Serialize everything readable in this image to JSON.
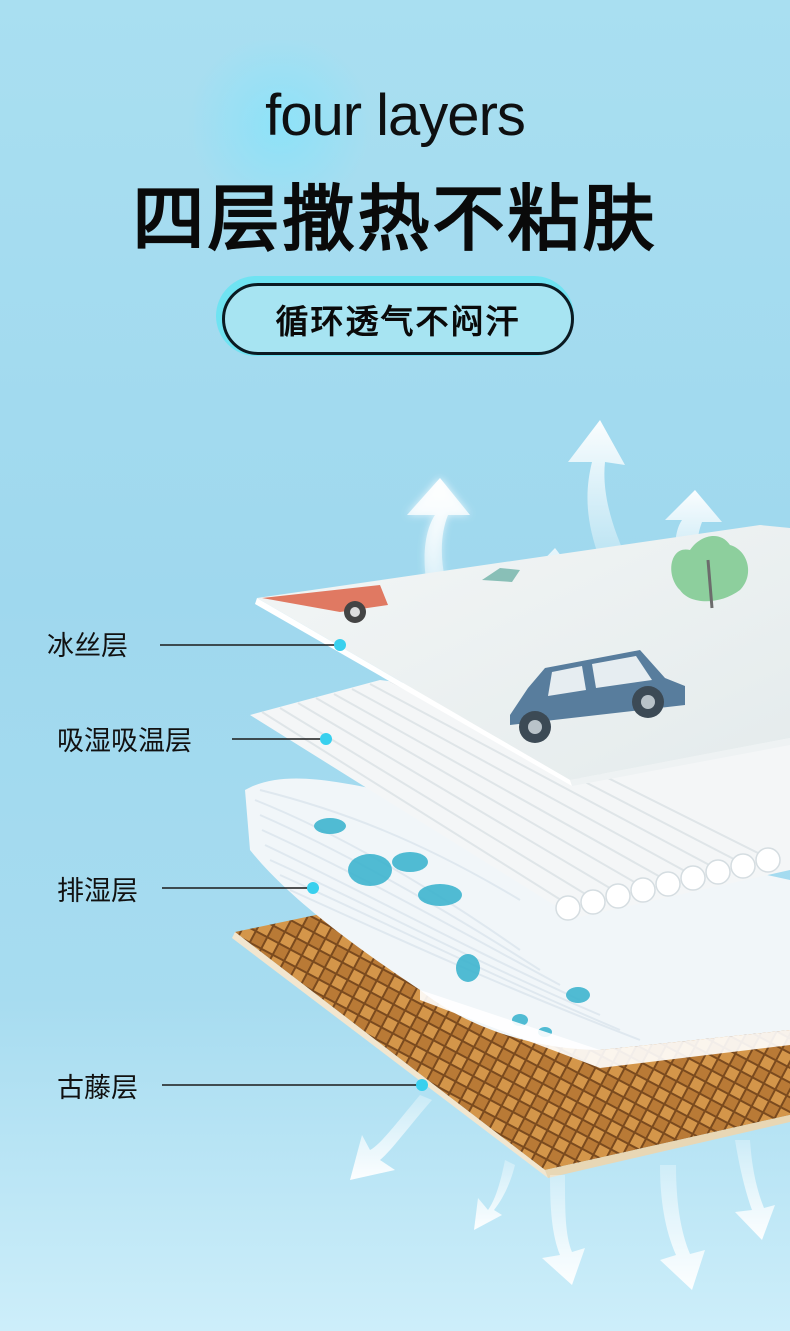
{
  "header": {
    "title_en": "four layers",
    "title_cn": "四层撒热不粘肤",
    "badge": "循环透气不闷汗"
  },
  "layers": [
    {
      "label": "冰丝层"
    },
    {
      "label": "吸湿吸温层"
    },
    {
      "label": "排湿层"
    },
    {
      "label": "古藤层"
    }
  ],
  "colors": {
    "background": "#a9dff1",
    "accent_cyan": "#3ad3ee",
    "text": "#0a0a0a",
    "rattan": "#a8702e",
    "car_blue": "#5a7f9e"
  }
}
